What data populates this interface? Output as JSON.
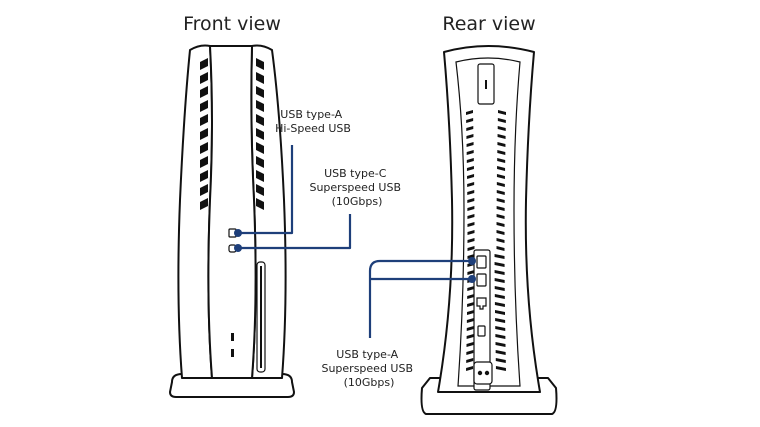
{
  "views": {
    "front_title": "Front view",
    "rear_title": "Rear view"
  },
  "labels": {
    "front_usb_a": [
      "USB type-A",
      "Hi-Speed USB"
    ],
    "front_usb_c": [
      "USB type-C",
      "Superspeed USB",
      "(10Gbps)"
    ],
    "rear_usb_a": [
      "USB type-A",
      "Superspeed USB",
      "(10Gbps)"
    ]
  },
  "colors": {
    "callout": "#1e3f7a",
    "outline": "#111111",
    "text": "#222222"
  }
}
